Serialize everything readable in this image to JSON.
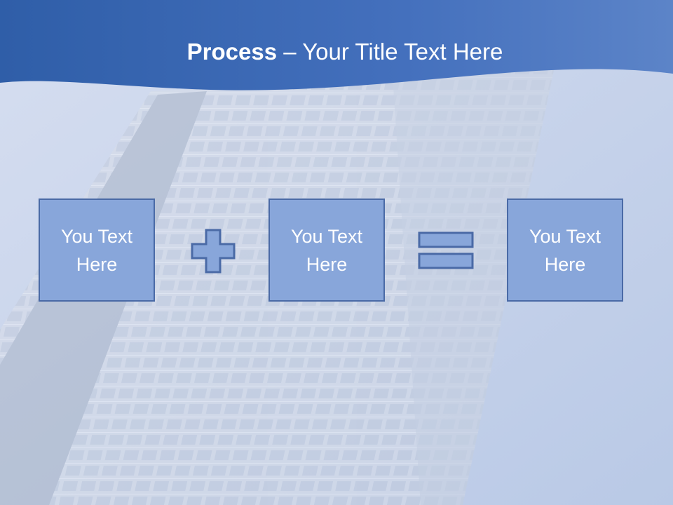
{
  "title": {
    "bold": "Process",
    "rest": " – Your Title Text Here"
  },
  "boxes": [
    {
      "line1": "You Text",
      "line2": "Here"
    },
    {
      "line1": "You Text",
      "line2": "Here"
    },
    {
      "line1": "You Text",
      "line2": "Here"
    }
  ],
  "operators": [
    "plus-sign",
    "equals-sign"
  ],
  "colors": {
    "header_blue": "#3f67b1",
    "box_fill": "#88a6da",
    "box_border": "#4a6aa6",
    "sky": "#c6d2e8"
  }
}
